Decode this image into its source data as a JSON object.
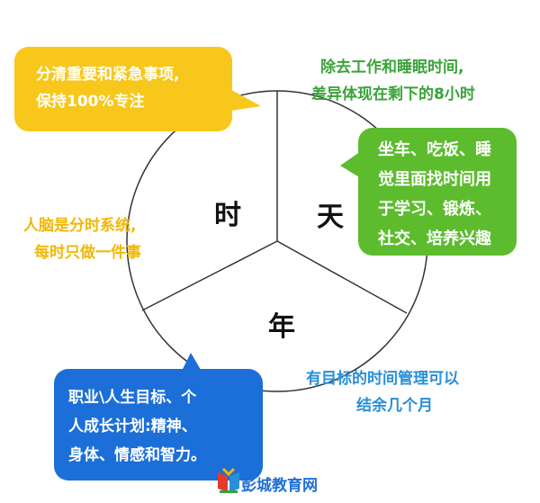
{
  "diagram": {
    "segments": {
      "left": "时",
      "right": "天",
      "bottom": "年"
    },
    "yellow_bubble": {
      "lines": [
        "分清重要和紧急事项,",
        "保持100%专注"
      ],
      "color": "#f7c71b"
    },
    "green_caption": {
      "lines": [
        "除去工作和睡眠时间,",
        "差异体现在剩下的8小时"
      ],
      "color": "#3aa33a"
    },
    "green_bubble": {
      "lines": [
        "坐车、吃饭、睡",
        "觉里面找时间用",
        "于学习、锻炼、",
        "社交、培养兴趣"
      ],
      "color": "#5cbc2e"
    },
    "yellow_caption": {
      "lines": [
        "人脑是分时系统,",
        "每时只做一件事"
      ],
      "color": "#f2b705"
    },
    "blue_caption": {
      "lines": [
        "有目标的时间管理可以",
        "结余几个月"
      ],
      "color": "#2a8fd8"
    },
    "blue_bubble": {
      "lines": [
        "职业\\人生目标、个",
        "人成长计划:精神、",
        "身体、情感和智力。"
      ],
      "color": "#1c6fd8"
    }
  },
  "watermark": {
    "text": "彭城教育网"
  }
}
